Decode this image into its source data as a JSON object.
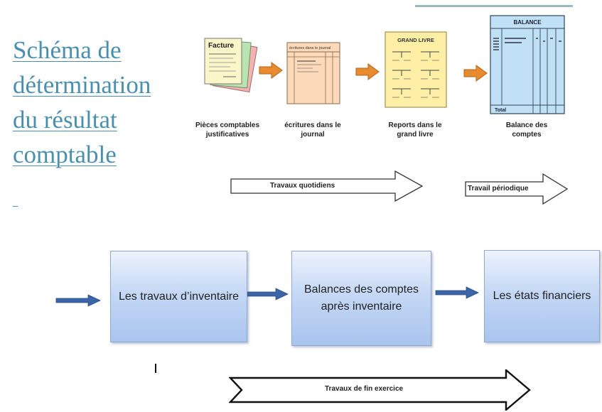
{
  "title": {
    "lines": [
      "Schéma de",
      "détermination",
      "du résultat",
      "comptable"
    ]
  },
  "colors": {
    "title": "#4a8fae",
    "orange_arrow": "#e88a2e",
    "blue_arrow": "#3c65a8",
    "box_fill": "#b9cff2"
  },
  "documents": [
    {
      "header": "Facture",
      "caption": "Pièces comptables justificatives"
    },
    {
      "header": "écritures dans le journal",
      "caption": "écritures dans le journal"
    },
    {
      "header": "GRAND LIVRE",
      "caption": "Reports dans le grand livre"
    },
    {
      "header": "BALANCE",
      "footer": "Total",
      "caption": "Balance des comptes"
    }
  ],
  "top_arrows": {
    "daily": "Travaux quotidiens",
    "periodic": "Travail périodique"
  },
  "boxes": [
    {
      "label": "Les travaux d’inventaire"
    },
    {
      "label": "Balances des comptes après inventaire"
    },
    {
      "label": "Les états financiers"
    }
  ],
  "bottom_arrow": {
    "label": "Travaux de fin exercice"
  }
}
